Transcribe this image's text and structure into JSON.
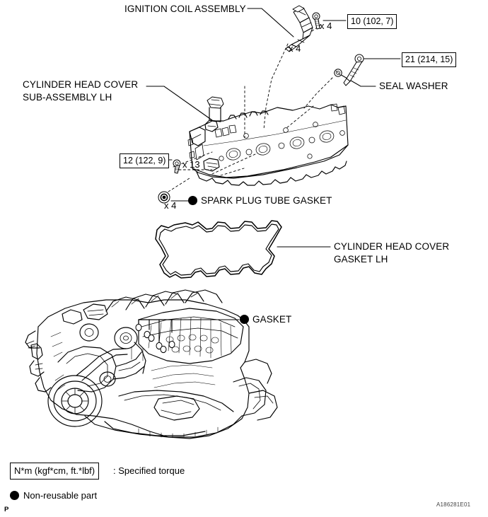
{
  "diagram": {
    "title": "Cylinder Head Cover Sub-Assembly LH Exploded View",
    "line_color": "#000000",
    "background": "#ffffff"
  },
  "callouts": [
    {
      "id": "ignition-coil-assembly",
      "label": "IGNITION COIL ASSEMBLY"
    },
    {
      "id": "cylinder-head-cover-sub-assembly-lh",
      "label_line1": "CYLINDER HEAD COVER",
      "label_line2": "SUB-ASSEMBLY LH"
    },
    {
      "id": "seal-washer",
      "label": "SEAL WASHER"
    },
    {
      "id": "spark-plug-tube-gasket",
      "label": "SPARK PLUG TUBE GASKET",
      "non_reusable": true
    },
    {
      "id": "cylinder-head-cover-gasket-lh",
      "label_line1": "CYLINDER HEAD COVER",
      "label_line2": "GASKET LH"
    },
    {
      "id": "gasket",
      "label": "GASKET",
      "non_reusable": true
    }
  ],
  "torque_specs": [
    {
      "id": "ignition-coil-bolt",
      "value": "10 (102, 7)"
    },
    {
      "id": "spark-plug",
      "value": "21 (214, 15)"
    },
    {
      "id": "cover-bolt",
      "value": "12 (122, 9)"
    }
  ],
  "quantities": [
    {
      "id": "coil-qty",
      "value": "x 4"
    },
    {
      "id": "coil-bolt-qty",
      "value": "x 4"
    },
    {
      "id": "tube-gasket-qty",
      "value": "x 4"
    },
    {
      "id": "cover-bolt-qty",
      "value": "x 13"
    }
  ],
  "legend": {
    "torque_box": "N*m (kgf*cm, ft.*lbf)",
    "torque_text": ": Specified torque",
    "non_reusable_text": "Non-reusable part",
    "page_marker": "P"
  },
  "footer": {
    "drawing_code": "A186281E01"
  }
}
